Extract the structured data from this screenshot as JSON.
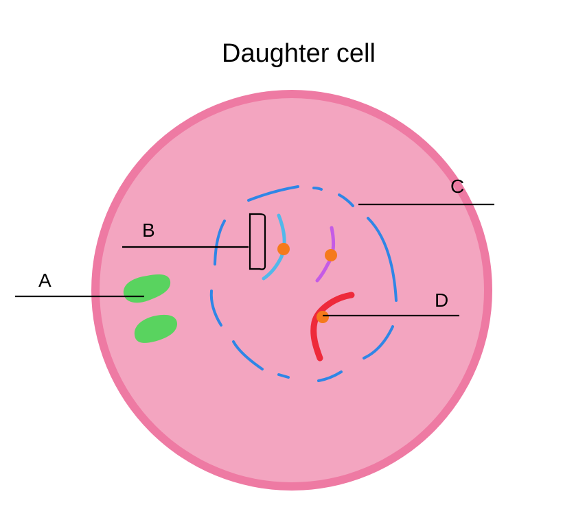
{
  "title": "Daughter cell",
  "labels": {
    "a": "A",
    "b": "B",
    "c": "C",
    "d": "D"
  },
  "colors": {
    "cell_membrane": "#ee7aa3",
    "cytoplasm": "#f3a5c0",
    "nuclear_envelope": "#2f86e6",
    "organelle": "#59d35f",
    "chromatid_light_blue": "#52b8ea",
    "chromatid_purple": "#c45be6",
    "chromatid_red": "#ee2a3b",
    "centromere": "#f57a1c",
    "leader_line": "#000000"
  }
}
